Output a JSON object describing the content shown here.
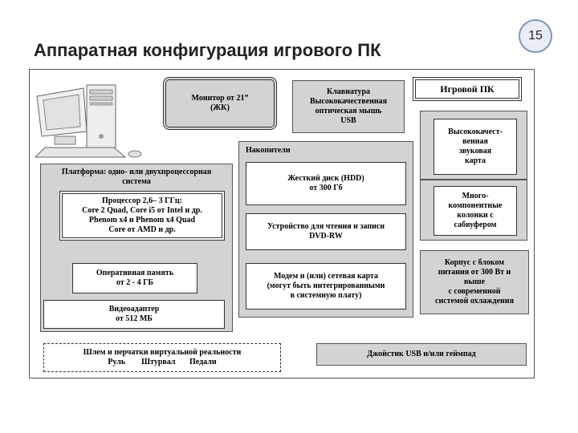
{
  "slide_number": "15",
  "title": "Аппаратная конфигурация игрового ПК",
  "monitor": [
    "Монитор от 21”",
    "(ЖК)"
  ],
  "keyboard": [
    "Клавиатура",
    "Высококачественная",
    "оптическая мышь",
    "USB"
  ],
  "gaming_pc": "Игровой ПК",
  "sound_card": [
    "Высококачест-",
    "венная",
    "звуковая",
    "карта"
  ],
  "speakers": [
    "Много-",
    "компонентные",
    "колонки с",
    "сабвуфером"
  ],
  "storage": {
    "title": "Накопители",
    "hdd": [
      "Жесткий диск (HDD)",
      "от 300 Гб"
    ],
    "dvd": [
      "Устройство для чтения и записи",
      "DVD-RW"
    ],
    "modem": [
      "Модем и (или) сетевая карта",
      "(могут быть интегрированными",
      "в системную плату)"
    ]
  },
  "platform": {
    "title": [
      "Платформа: одно- или двухпроцессорная",
      "система"
    ],
    "cpu": [
      "Процессор 2,6– 3 ГГц:",
      "Core 2 Quad, Core i5  от Intel и др.",
      "Phenom x4 и  Phenom x4 Quad",
      "Core от AMD и др."
    ],
    "ram": [
      "Оперативная память",
      "от 2 - 4 ГБ"
    ],
    "video": [
      "Видеоадаптер",
      "от 512 МБ"
    ]
  },
  "case": [
    "Корпус с блоком",
    "питания от 300 Вт и",
    "выше",
    "с современной",
    "системой охлаждения"
  ],
  "vr": [
    "Шлем и перчатки виртуальной реальности",
    "Руль        Штурвал       Педали"
  ],
  "joystick": "Джойстик USB и/или геймпад"
}
